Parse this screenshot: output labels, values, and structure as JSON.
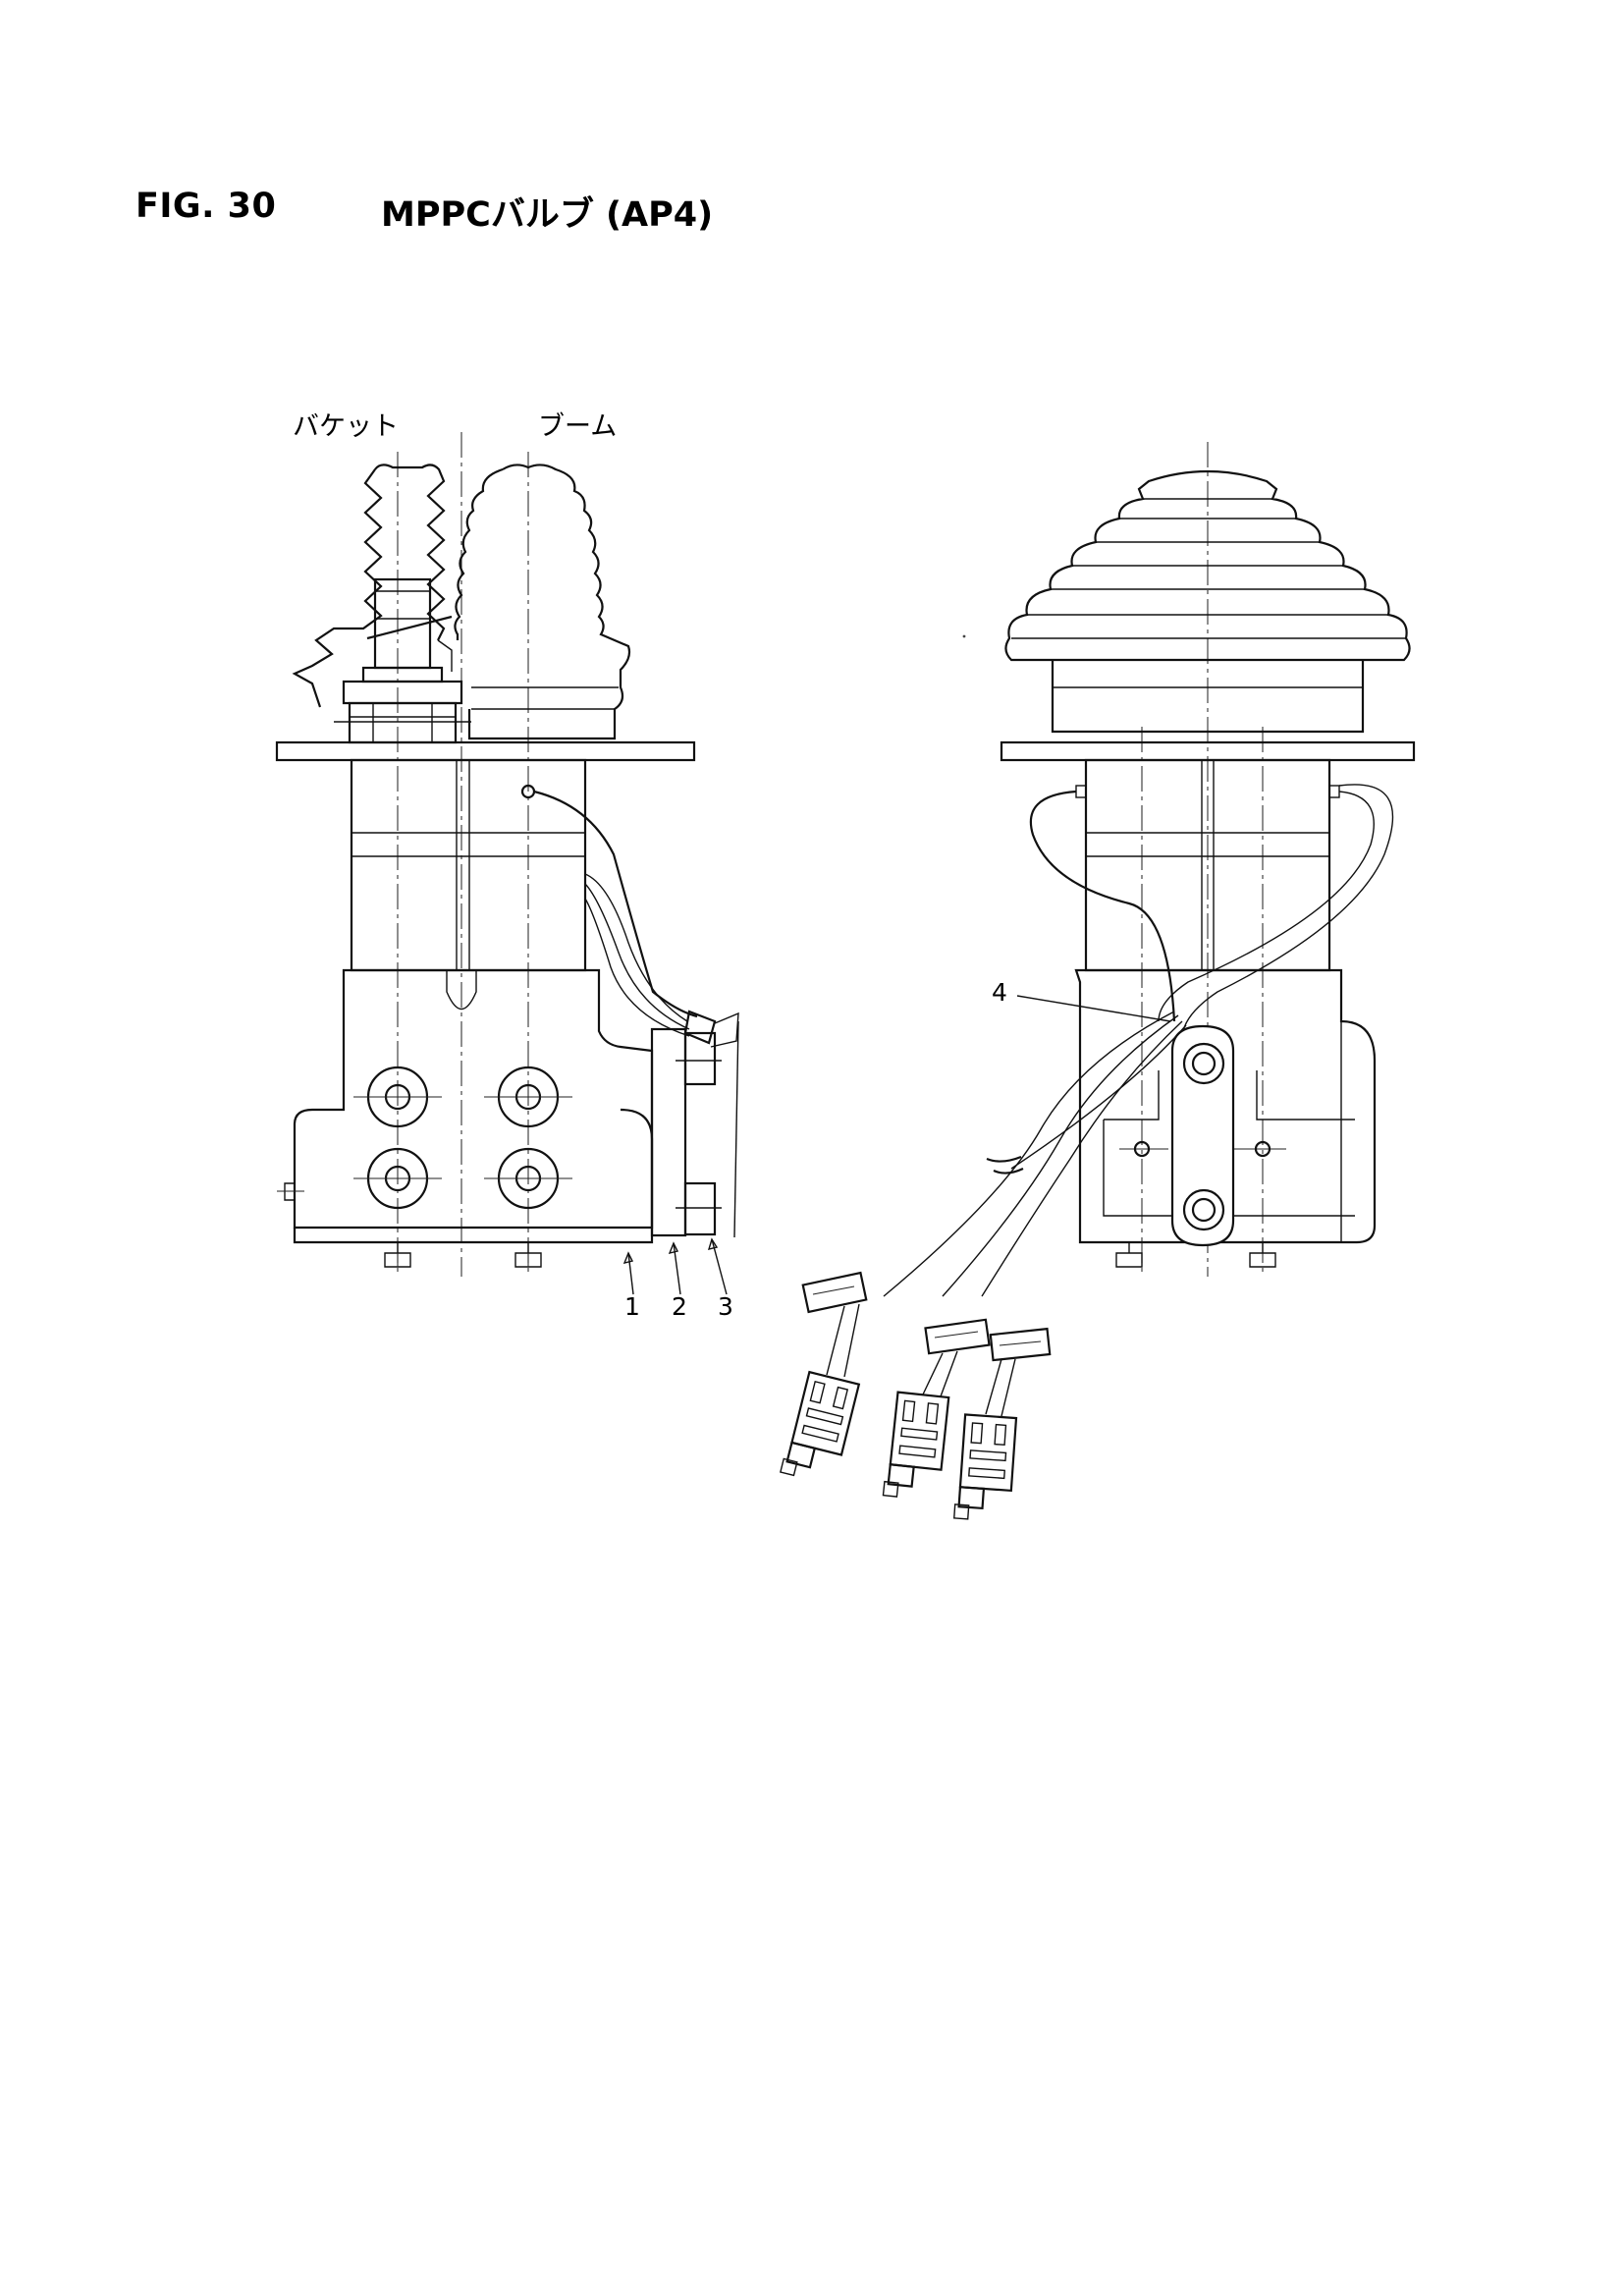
{
  "header": {
    "figure_number": "FIG. 30",
    "title": "MPPCバルブ (AP4)"
  },
  "left_view": {
    "label_bucket": "バケット",
    "label_boom": "ブーム",
    "callouts": [
      "1",
      "2",
      "3"
    ]
  },
  "right_view": {
    "callouts": [
      "4"
    ]
  },
  "colors": {
    "ink": "#111111",
    "paper": "#ffffff"
  }
}
